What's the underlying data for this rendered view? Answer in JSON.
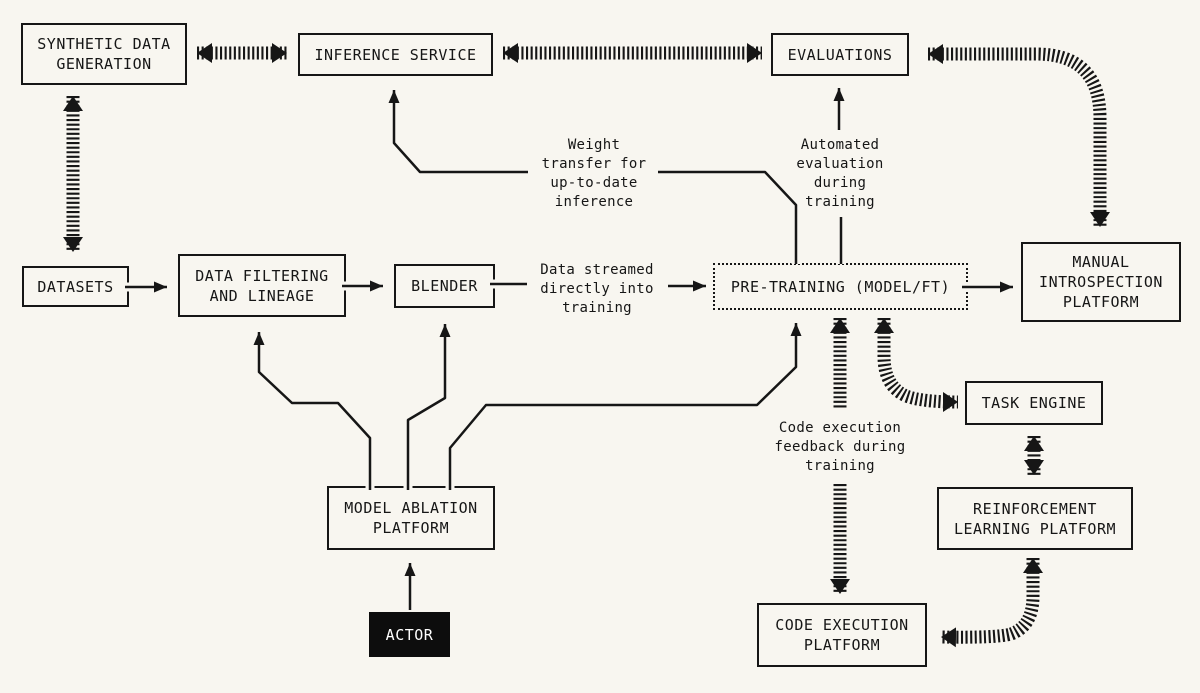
{
  "colors": {
    "background": "#f8f6f0",
    "ink": "#161616",
    "actor_fill": "#0d0d0d",
    "actor_text": "#ffffff"
  },
  "nodes": {
    "synthetic_data_generation": {
      "label": "SYNTHETIC DATA\nGENERATION"
    },
    "inference_service": {
      "label": "INFERENCE SERVICE"
    },
    "evaluations": {
      "label": "EVALUATIONS"
    },
    "datasets": {
      "label": "DATASETS"
    },
    "data_filtering": {
      "label": "DATA FILTERING\nAND LINEAGE"
    },
    "blender": {
      "label": "BLENDER"
    },
    "pre_training": {
      "label": "PRE-TRAINING (MODEL/FT)"
    },
    "manual_introspection": {
      "label": "MANUAL\nINTROSPECTION\nPLATFORM"
    },
    "task_engine": {
      "label": "TASK ENGINE"
    },
    "reinforcement_learning": {
      "label": "REINFORCEMENT\nLEARNING PLATFORM"
    },
    "code_execution": {
      "label": "CODE EXECUTION\nPLATFORM"
    },
    "model_ablation": {
      "label": "MODEL ABLATION\nPLATFORM"
    },
    "actor": {
      "label": "ACTOR"
    }
  },
  "annotations": {
    "weight_transfer": "Weight\ntransfer for\nup-to-date\ninference",
    "automated_evaluation": "Automated\nevaluation\nduring\ntraining",
    "data_streamed": "Data streamed\ndirectly into\ntraining",
    "code_execution_feedback": "Code execution\nfeedback during\ntraining"
  },
  "connections": [
    {
      "from": "synthetic_data_generation",
      "to": "inference_service",
      "style": "striped",
      "bidirectional": true
    },
    {
      "from": "inference_service",
      "to": "evaluations",
      "style": "striped",
      "bidirectional": true
    },
    {
      "from": "evaluations",
      "to": "manual_introspection",
      "style": "striped",
      "bidirectional": true
    },
    {
      "from": "synthetic_data_generation",
      "to": "datasets",
      "style": "striped",
      "bidirectional": true
    },
    {
      "from": "datasets",
      "to": "data_filtering",
      "style": "solid",
      "bidirectional": false
    },
    {
      "from": "data_filtering",
      "to": "blender",
      "style": "solid",
      "bidirectional": false
    },
    {
      "from": "blender",
      "to": "pre_training",
      "style": "solid",
      "bidirectional": false,
      "label": "data_streamed"
    },
    {
      "from": "pre_training",
      "to": "inference_service",
      "style": "solid",
      "bidirectional": false,
      "label": "weight_transfer"
    },
    {
      "from": "pre_training",
      "to": "evaluations",
      "style": "solid",
      "bidirectional": false,
      "label": "automated_evaluation"
    },
    {
      "from": "pre_training",
      "to": "manual_introspection",
      "style": "solid",
      "bidirectional": false
    },
    {
      "from": "pre_training",
      "to": "code_execution",
      "style": "striped",
      "bidirectional": false,
      "label": "code_execution_feedback"
    },
    {
      "from": "pre_training",
      "to": "task_engine",
      "style": "striped",
      "bidirectional": true
    },
    {
      "from": "task_engine",
      "to": "reinforcement_learning",
      "style": "striped",
      "bidirectional": true
    },
    {
      "from": "reinforcement_learning",
      "to": "code_execution",
      "style": "striped",
      "bidirectional": true
    },
    {
      "from": "model_ablation",
      "to": "data_filtering",
      "style": "solid",
      "bidirectional": false
    },
    {
      "from": "model_ablation",
      "to": "blender",
      "style": "solid",
      "bidirectional": false
    },
    {
      "from": "model_ablation",
      "to": "pre_training",
      "style": "solid",
      "bidirectional": false
    },
    {
      "from": "actor",
      "to": "model_ablation",
      "style": "solid",
      "bidirectional": false
    }
  ]
}
